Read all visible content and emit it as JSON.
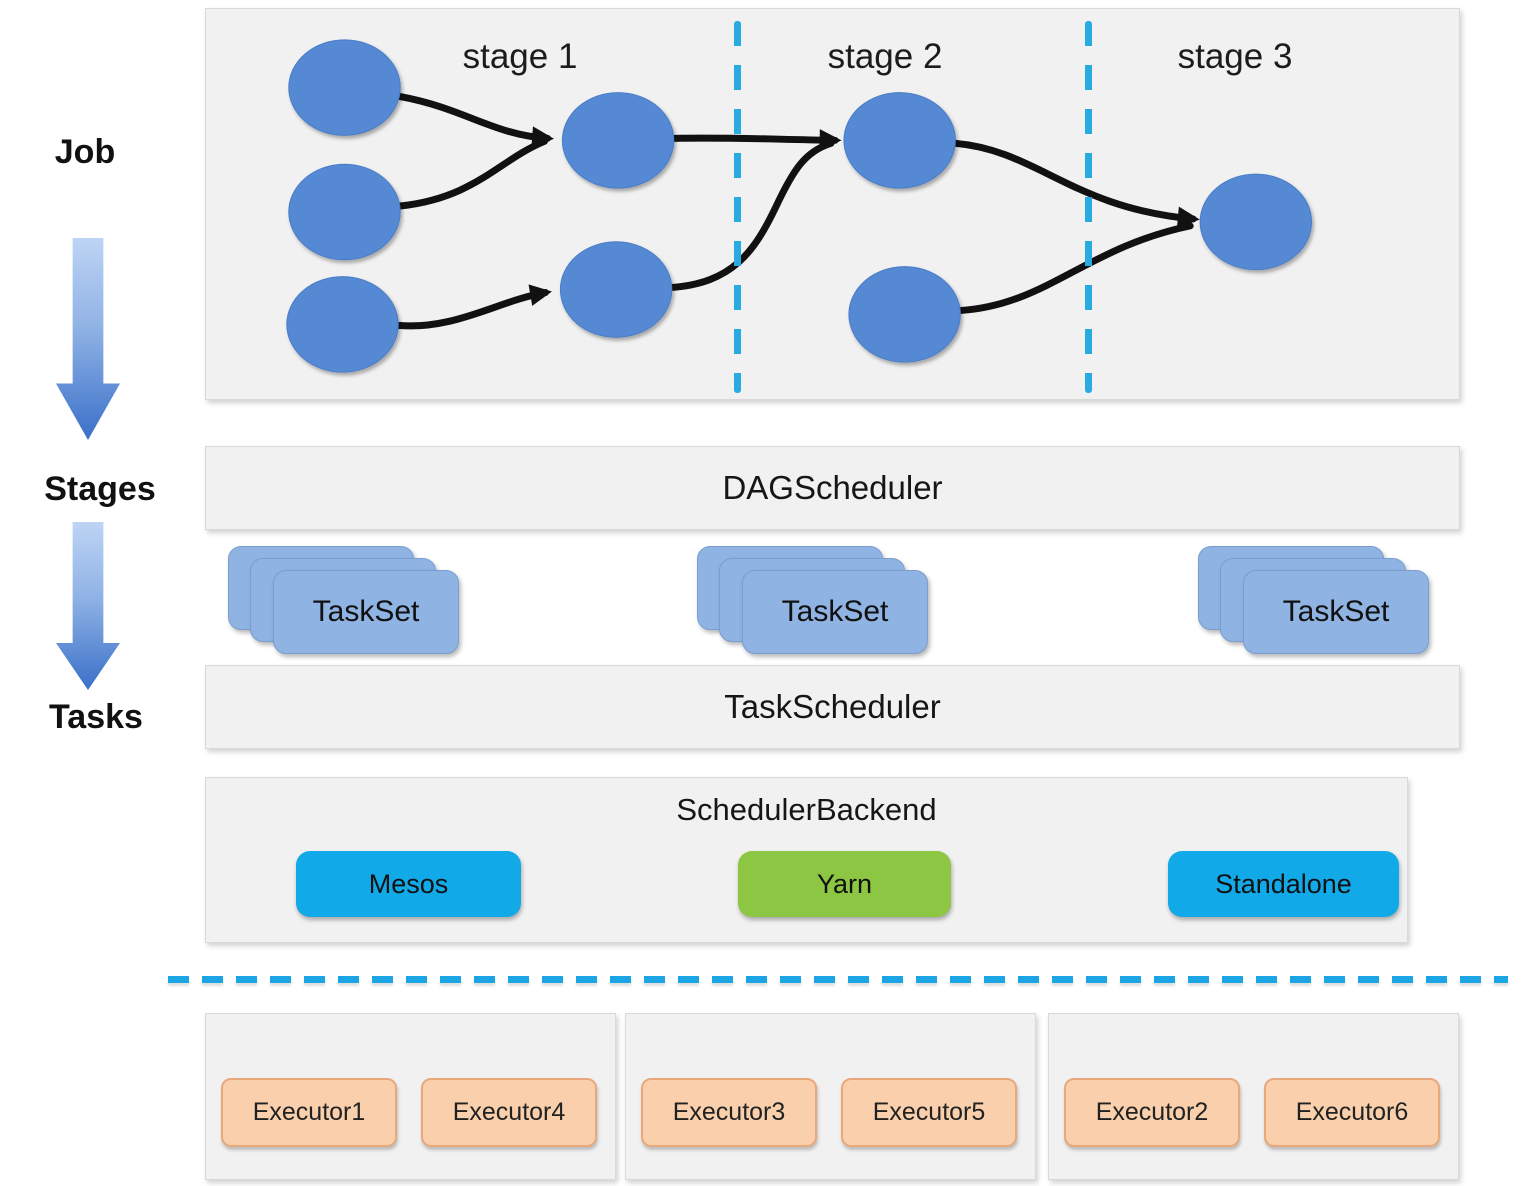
{
  "pipeline_labels": {
    "job": "Job",
    "stages": "Stages",
    "tasks": "Tasks"
  },
  "dag": {
    "stage_labels": [
      "stage 1",
      "stage 2",
      "stage 3"
    ],
    "node_color": "#5489D3",
    "edge_color": "#111111",
    "divider_color": "#29ABE2",
    "node_count": 8,
    "stage_node_counts": {
      "stage_1": 5,
      "stage_2": 2,
      "stage_3": 1
    }
  },
  "scheduler": {
    "dag_scheduler_label": "DAGScheduler",
    "taskset_label": "TaskSet",
    "task_scheduler_label": "TaskScheduler"
  },
  "backend": {
    "title": "SchedulerBackend",
    "options": [
      {
        "label": "Mesos",
        "color": "#12A9E9"
      },
      {
        "label": "Yarn",
        "color": "#8CC642"
      },
      {
        "label": "Standalone",
        "color": "#12A9E9"
      }
    ]
  },
  "separator_color": "#1BA5E5",
  "executors": {
    "button_color": "#F9D0AB",
    "button_border_color": "#E9A87C",
    "groups": [
      [
        "Executor1",
        "Executor4"
      ],
      [
        "Executor3",
        "Executor5"
      ],
      [
        "Executor2",
        "Executor6"
      ]
    ]
  }
}
